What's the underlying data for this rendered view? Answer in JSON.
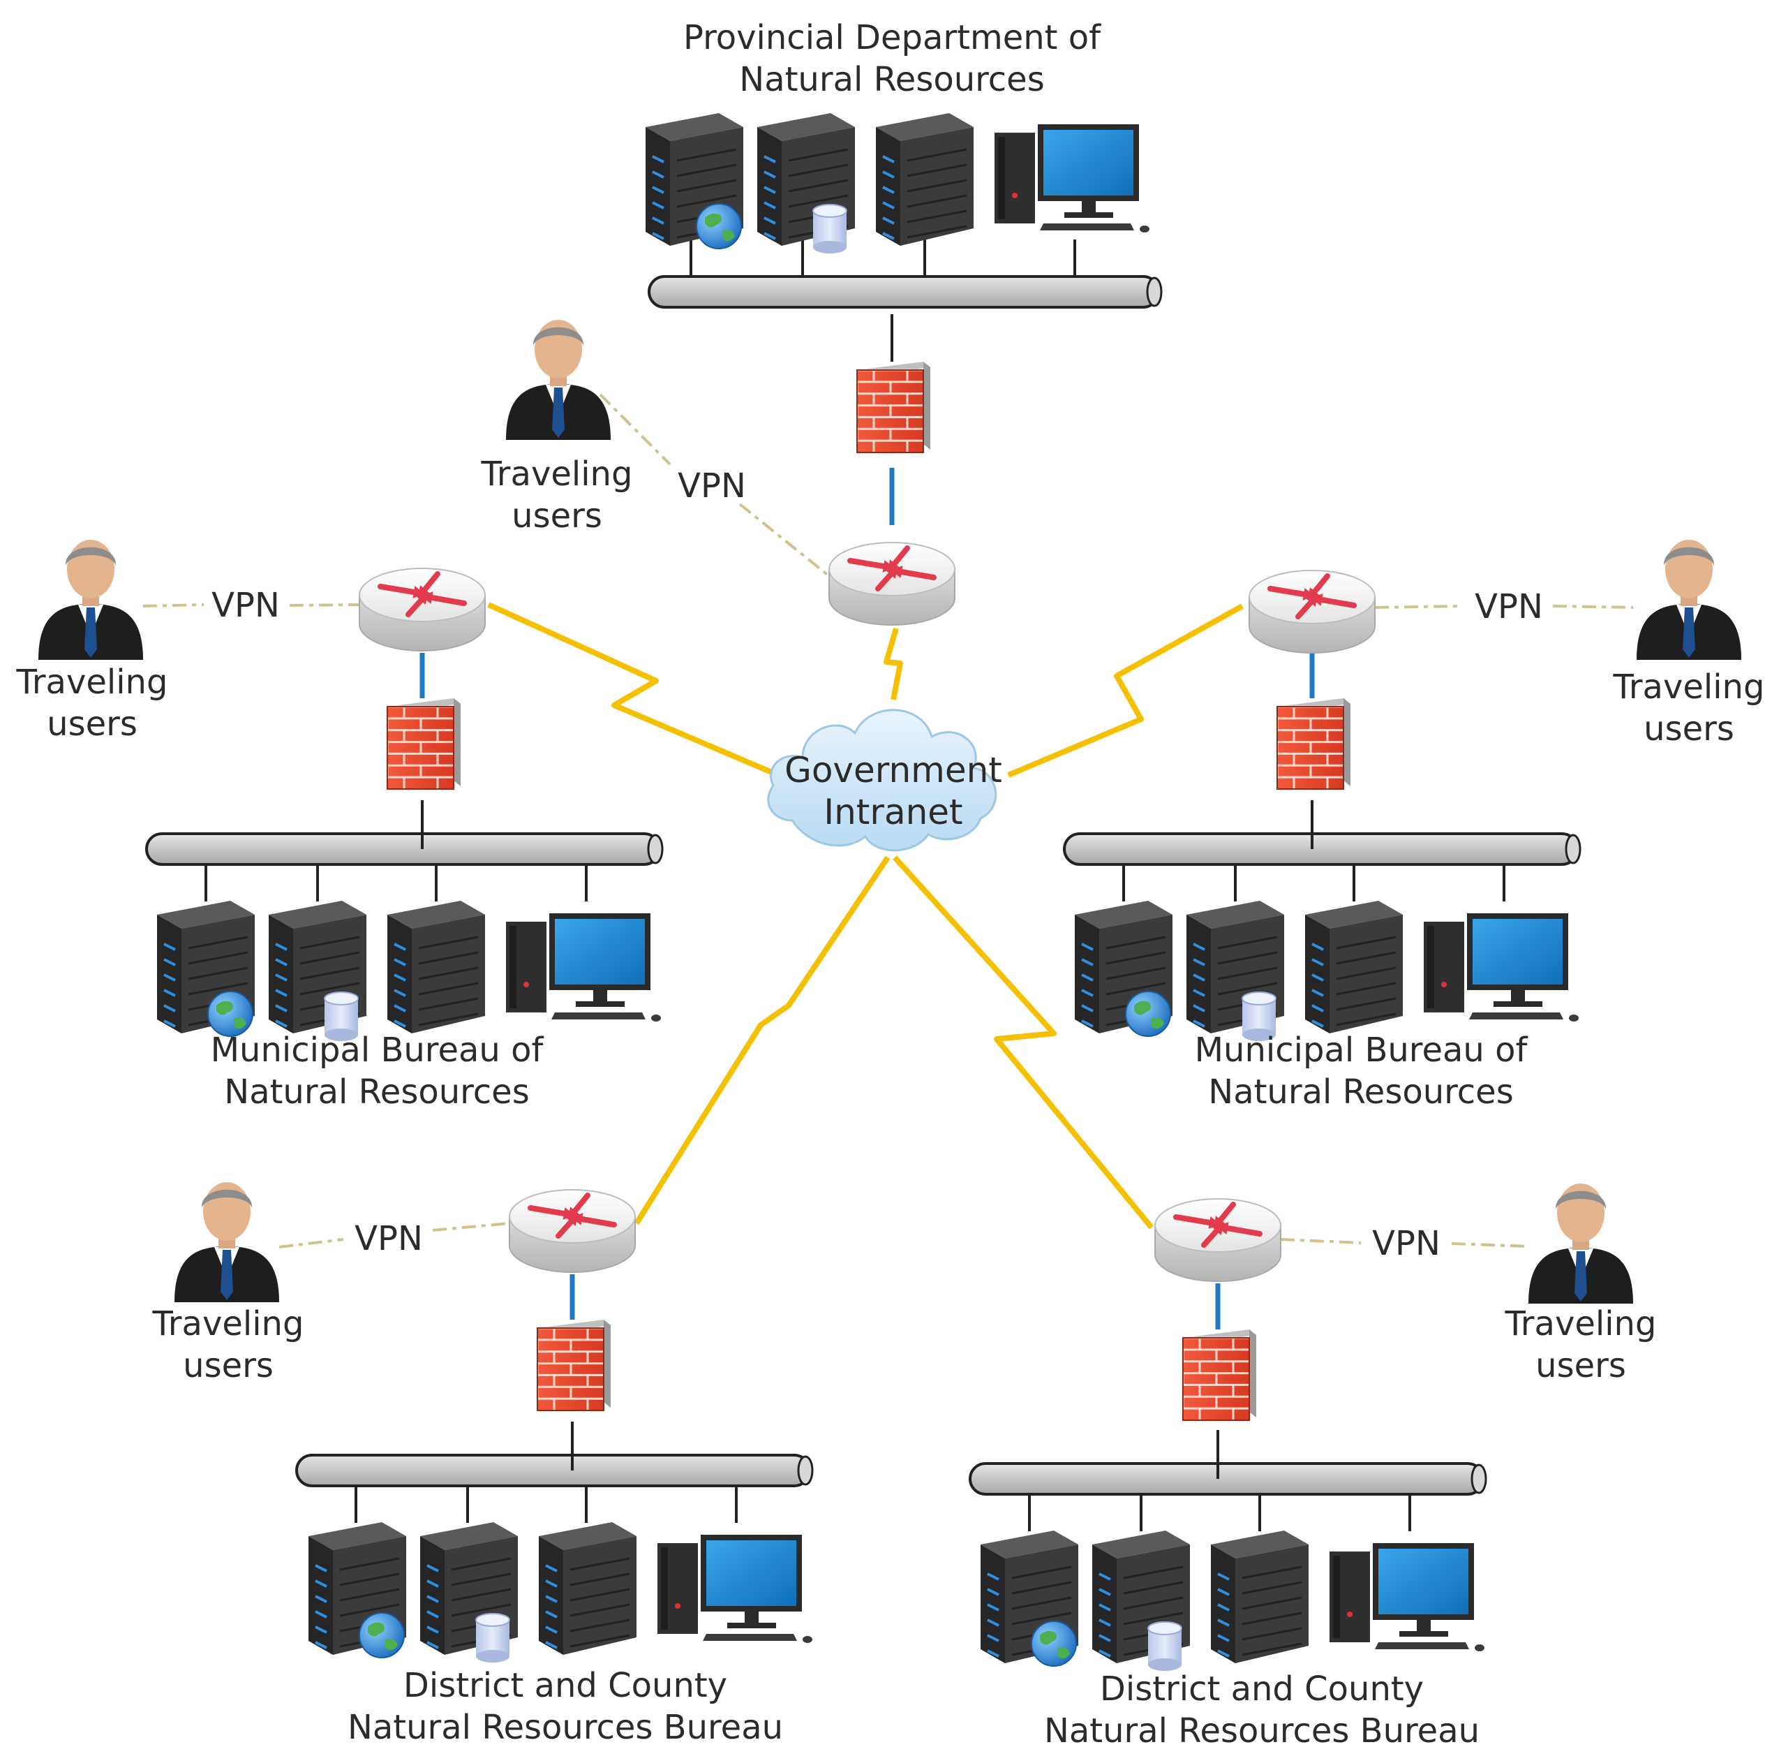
{
  "center": {
    "line1": "Government",
    "line2": "Intranet"
  },
  "sites": [
    {
      "name": "provincial",
      "title": [
        "Provincial Department of",
        "Natural Resources"
      ],
      "traveler": [
        "Traveling",
        "users"
      ],
      "vpn": "VPN"
    },
    {
      "name": "municipal-left",
      "title": [
        "Municipal Bureau of",
        "Natural Resources"
      ],
      "traveler": [
        "Traveling",
        "users"
      ],
      "vpn": "VPN"
    },
    {
      "name": "municipal-right",
      "title": [
        "Municipal Bureau of",
        "Natural Resources"
      ],
      "traveler": [
        "Traveling",
        "users"
      ],
      "vpn": "VPN"
    },
    {
      "name": "district-left",
      "title": [
        "District and County",
        "Natural Resources Bureau"
      ],
      "traveler": [
        "Traveling",
        "users"
      ],
      "vpn": "VPN"
    },
    {
      "name": "district-right",
      "title": [
        "District and County",
        "Natural Resources Bureau"
      ],
      "traveler": [
        "Traveling",
        "users"
      ],
      "vpn": "VPN"
    }
  ],
  "colors": {
    "wan_link": "#f5c000",
    "lan_link": "#1f78c8",
    "firewall": "#e8452b",
    "server_body": "#3a3a3a",
    "server_led": "#2e8fe0",
    "monitor_screen": "#1a8fd8",
    "bus": "#c9c9c9",
    "router": "#eeeeee",
    "router_arrow": "#e23b4d",
    "cloud": "#cfe6f7",
    "vpn_line": "#cfc28a"
  }
}
